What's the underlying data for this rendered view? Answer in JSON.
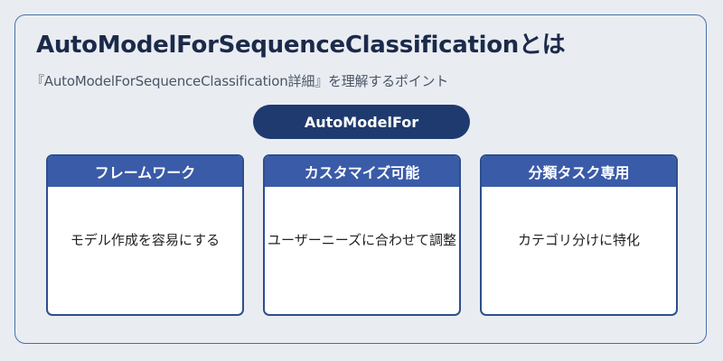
{
  "title": "AutoModelForSequenceClassificationとは",
  "subtitle": "『AutoModelForSequenceClassification詳細』を理解するポイント",
  "center_node": {
    "label": "AutoModelFor"
  },
  "cards": [
    {
      "heading": "フレームワーク",
      "body": "モデル作成を容易にする"
    },
    {
      "heading": "カスタマイズ可能",
      "body": "ユーザーニーズに合わせて調整"
    },
    {
      "heading": "分類タスク専用",
      "body": "カテゴリ分けに特化"
    }
  ],
  "colors": {
    "background": "#e9edf2",
    "frame_border": "#4a6fa5",
    "pill": "#1f3a6e",
    "card_header": "#3a5ba8",
    "card_border": "#2d4f8c"
  }
}
